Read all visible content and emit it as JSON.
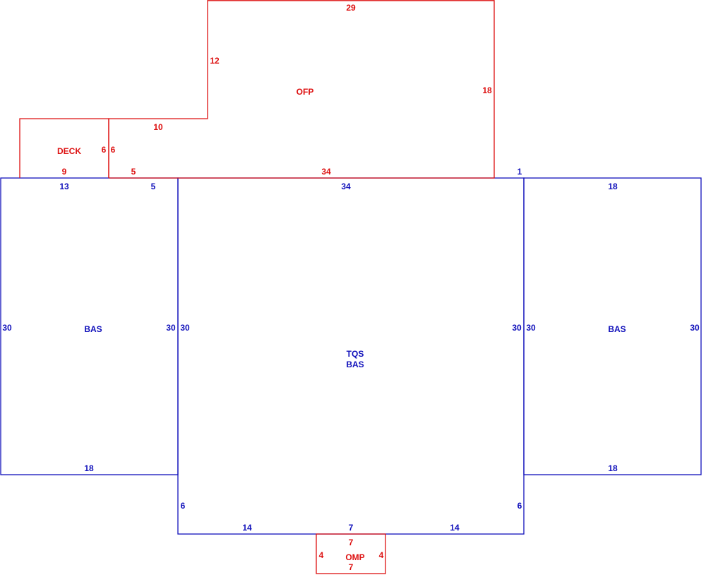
{
  "colors": {
    "red": "#dd1111",
    "blue": "#1111bb"
  },
  "areas": {
    "ofp": {
      "label": "OFP",
      "dims": {
        "top": "29",
        "left_upper": "12",
        "step": "10",
        "right": "18",
        "bottom": "34"
      }
    },
    "deck": {
      "label": "DECK",
      "dims": {
        "bottom": "9",
        "right": "6",
        "left": "6",
        "bottom_right": "5"
      }
    },
    "bas_left": {
      "label": "BAS",
      "dims": {
        "top_a": "13",
        "top_b": "5",
        "left": "30",
        "right": "30",
        "bottom": "18"
      }
    },
    "tqs_bas": {
      "label_1": "TQS",
      "label_2": "BAS",
      "dims": {
        "top": "34",
        "top_right": "1",
        "left": "30",
        "right": "30",
        "lower_left": "6",
        "lower_right": "6",
        "bottom_left": "14",
        "bottom_mid": "7",
        "bottom_right": "14"
      }
    },
    "bas_right": {
      "label": "BAS",
      "dims": {
        "top": "18",
        "left": "30",
        "right": "30",
        "bottom": "18"
      }
    },
    "omp": {
      "label": "OMP",
      "dims": {
        "top": "7",
        "left": "4",
        "right": "4",
        "bottom": "7"
      }
    }
  }
}
